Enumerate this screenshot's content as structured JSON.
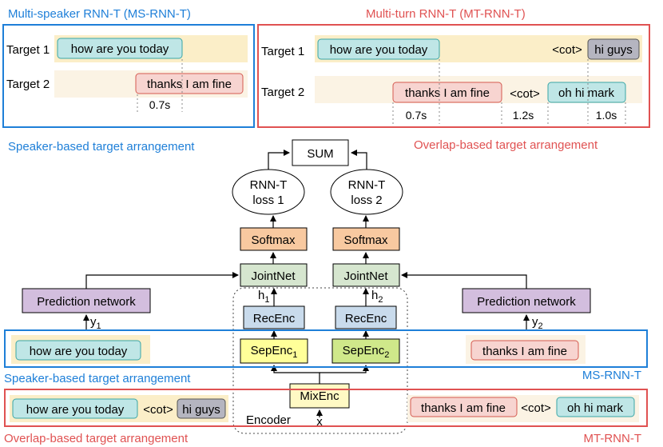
{
  "ms_panel": {
    "title": "Multi-speaker RNN-T (MS-RNN-T)",
    "caption": "Speaker-based target arrangement",
    "target1_label": "Target 1",
    "target2_label": "Target 2",
    "t1_text": "how are you today",
    "t2_text": "thanks I am fine",
    "gap": "0.7s"
  },
  "mt_panel": {
    "title": "Multi-turn RNN-T (MT-RNN-T)",
    "caption": "Overlap-based target arrangement",
    "target1_label": "Target 1",
    "target2_label": "Target 2",
    "t1_text": "how are you today",
    "t1_cot": "<cot>",
    "t1_text2": "hi guys",
    "t2_text": "thanks I am fine",
    "t2_cot": "<cot>",
    "t2_text2": "oh hi mark",
    "gap1": "0.7s",
    "gap2": "1.2s",
    "gap3": "1.0s"
  },
  "network": {
    "sum": "SUM",
    "loss1_l1": "RNN-T",
    "loss1_l2": "loss 1",
    "loss2_l1": "RNN-T",
    "loss2_l2": "loss 2",
    "softmax": "Softmax",
    "jointnet": "JointNet",
    "h1": "h",
    "h1_sub": "1",
    "h2": "h",
    "h2_sub": "2",
    "recenc": "RecEnc",
    "sepenc": "SepEnc",
    "sep1_sub": "1",
    "sep2_sub": "2",
    "mixenc": "MixEnc",
    "encoder": "Encoder",
    "x": "x",
    "prediction": "Prediction network",
    "y1": "y",
    "y1_sub": "1",
    "y2": "y",
    "y2_sub": "2"
  },
  "bottom_ms": {
    "label": "Speaker-based target arrangement",
    "tag": "MS-RNN-T",
    "left_text": "how are you today",
    "right_text": "thanks I am fine"
  },
  "bottom_mt": {
    "label": "Overlap-based target arrangement",
    "tag": "MT-RNN-T",
    "left_text": "how are you today",
    "left_cot": "<cot>",
    "left_text2": "hi guys",
    "right_text": "thanks I am fine",
    "right_cot": "<cot>",
    "right_text2": "oh hi mark"
  },
  "colors": {
    "blue": "#1e7fd8",
    "red": "#e05252",
    "teal_fill": "#bfe6e6",
    "teal_stroke": "#3aa6a6",
    "pink_fill": "#f7d4d0",
    "pink_stroke": "#d45a50",
    "grey_fill": "#b5b5c0",
    "band_yellow": "#fbeec8",
    "band_beige": "#fbf3e4",
    "softmax": "#f8c9a0",
    "jointnet": "#d6e6cf",
    "recenc": "#c9dbec",
    "sep1": "#ffff99",
    "sep2": "#cfe88a",
    "mixenc": "#fff9c4",
    "prediction": "#d3bede"
  }
}
